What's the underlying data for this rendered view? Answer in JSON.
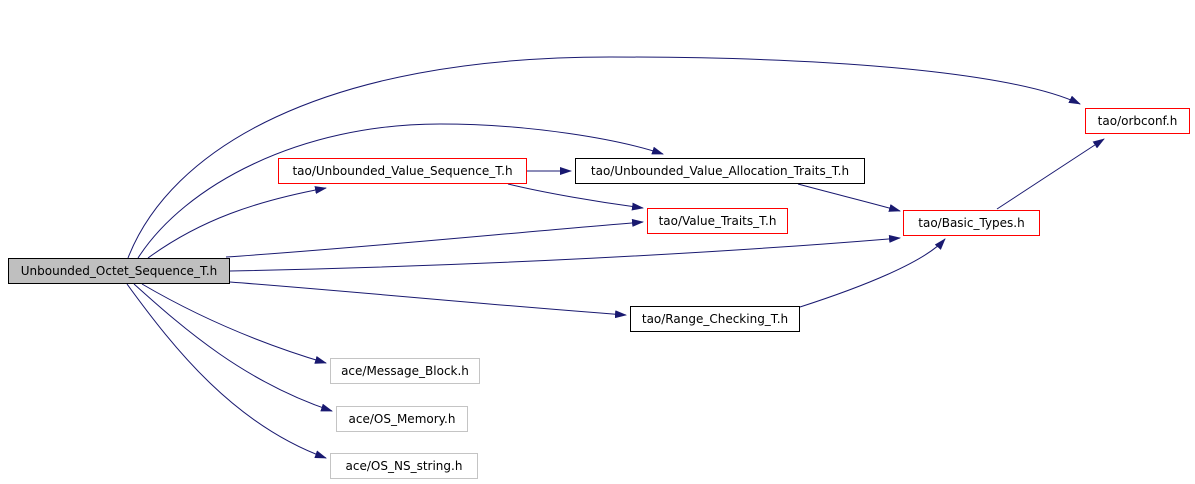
{
  "diagram": {
    "kind": "include-dependency-graph",
    "root_label": "Unbounded_Octet_Sequence_T.h",
    "nodes": [
      {
        "id": "root",
        "label": "Unbounded_Octet_Sequence_T.h",
        "style": "current"
      },
      {
        "id": "uvs",
        "label": "tao/Unbounded_Value_Sequence_T.h",
        "style": "red"
      },
      {
        "id": "uvat",
        "label": "tao/Unbounded_Value_Allocation_Traits_T.h",
        "style": "black"
      },
      {
        "id": "vt",
        "label": "tao/Value_Traits_T.h",
        "style": "red"
      },
      {
        "id": "bt",
        "label": "tao/Basic_Types.h",
        "style": "red"
      },
      {
        "id": "orb",
        "label": "tao/orbconf.h",
        "style": "red"
      },
      {
        "id": "rc",
        "label": "tao/Range_Checking_T.h",
        "style": "black"
      },
      {
        "id": "mb",
        "label": "ace/Message_Block.h",
        "style": "gray"
      },
      {
        "id": "osm",
        "label": "ace/OS_Memory.h",
        "style": "gray"
      },
      {
        "id": "osns",
        "label": "ace/OS_NS_string.h",
        "style": "gray"
      }
    ],
    "edges": [
      {
        "from": "root",
        "to": "orb"
      },
      {
        "from": "root",
        "to": "uvat"
      },
      {
        "from": "root",
        "to": "uvs"
      },
      {
        "from": "root",
        "to": "vt"
      },
      {
        "from": "root",
        "to": "bt"
      },
      {
        "from": "root",
        "to": "rc"
      },
      {
        "from": "root",
        "to": "mb"
      },
      {
        "from": "root",
        "to": "osm"
      },
      {
        "from": "root",
        "to": "osns"
      },
      {
        "from": "uvs",
        "to": "uvat"
      },
      {
        "from": "uvs",
        "to": "vt"
      },
      {
        "from": "uvat",
        "to": "bt"
      },
      {
        "from": "rc",
        "to": "bt"
      },
      {
        "from": "bt",
        "to": "orb"
      }
    ]
  },
  "colors": {
    "edge": "#191970",
    "highlight_border": "#ff0000",
    "default_border": "#000000",
    "external_border": "#c4c4c4",
    "root_fill": "#bfbfbf",
    "background": "#ffffff"
  }
}
